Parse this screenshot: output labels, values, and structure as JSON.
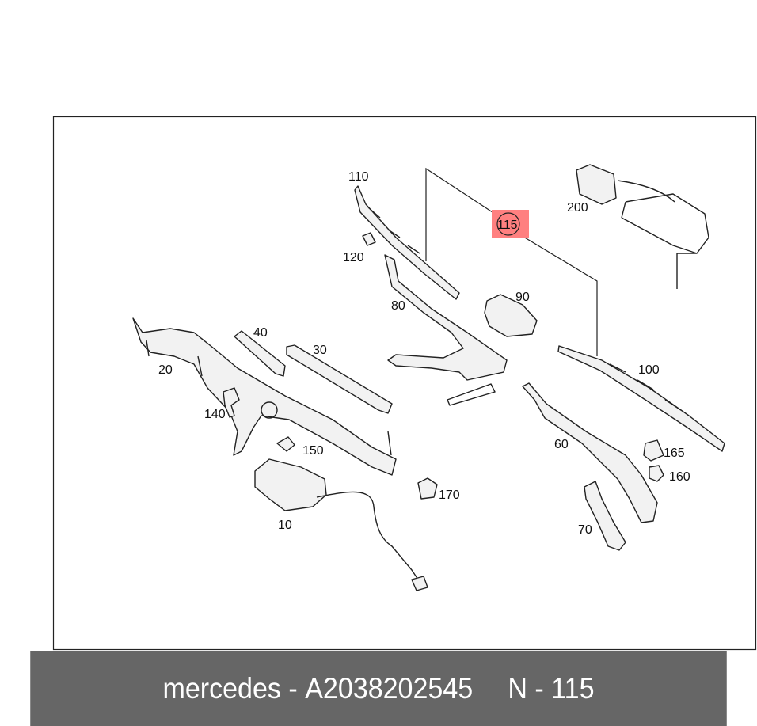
{
  "diagram": {
    "part_labels": {
      "p110": "110",
      "p115": "115",
      "p200": "200",
      "p120": "120",
      "p90": "90",
      "p80": "80",
      "p40": "40",
      "p30": "30",
      "p20": "20",
      "p100": "100",
      "p140": "140",
      "p60": "60",
      "p150": "150",
      "p165": "165",
      "p160": "160",
      "p170": "170",
      "p10": "10",
      "p70": "70"
    },
    "highlighted_part": "115",
    "highlight_color": "#ff8080"
  },
  "footer": {
    "brand": "mercedes",
    "separator": " - ",
    "part_number": "A2038202545",
    "position_prefix": "N - ",
    "position": "115"
  }
}
